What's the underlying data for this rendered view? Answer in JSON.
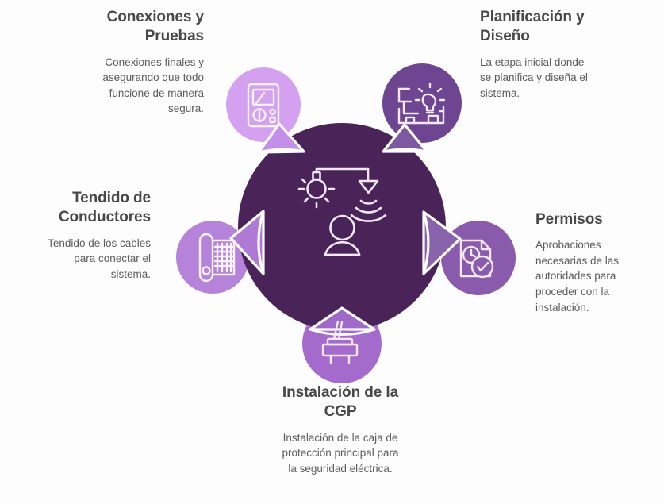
{
  "diagram": {
    "type": "radial-process-diagram",
    "title_implied": "Proceso de instalación eléctrica",
    "center": {
      "icon": "lighting-sensor-person-icon",
      "color": "#4a2458"
    },
    "colors": {
      "center_dark_purple": "#4a2458",
      "wedge_light": "#9a6cc0",
      "outline_white": "#ffffff",
      "title_text": "#48474a",
      "body_text": "#5c5b5e",
      "background": "#fdfdfd"
    },
    "nodes": [
      {
        "id": "conexiones",
        "title": "Conexiones y\nPruebas",
        "description": "Conexiones finales y\nasegurando que todo\nfuncione de manera\nsegura.",
        "icon": "multimeter-tester-icon",
        "circle_color": "#d3a1ef",
        "wedge_color": "#c48fe8",
        "align": "right",
        "position": "top-left"
      },
      {
        "id": "planificacion",
        "title": "Planificación y\nDiseño",
        "description": "La etapa inicial donde\nse planifica y diseña el\nsistema.",
        "icon": "blueprint-lightbulb-icon",
        "circle_color": "#6d4590",
        "wedge_color": "#7d59a0",
        "align": "left",
        "position": "top-right"
      },
      {
        "id": "tendido",
        "title": "Tendido de\nConductores",
        "description": "Tendido de los cables\npara conectar el\nsistema.",
        "icon": "cable-reel-icon",
        "circle_color": "#b583d9",
        "wedge_color": "#ae7ad4",
        "align": "right",
        "position": "middle-left"
      },
      {
        "id": "permisos",
        "title": "Permisos",
        "description": "Aprobaciones\nnecesarias de las\nautoridades para\nproceder con la\ninstalación.",
        "icon": "document-clock-check-icon",
        "circle_color": "#8a5aad",
        "wedge_color": "#8a63ad",
        "align": "left",
        "position": "middle-right"
      },
      {
        "id": "cgp",
        "title": "Instalación de la\nCGP",
        "description": "Instalación de la caja de\nprotección principal para\nla seguridad eléctrica.",
        "icon": "power-plug-box-icon",
        "circle_color": "#a46bcd",
        "wedge_color": "#9f69c9",
        "align": "center",
        "position": "bottom"
      }
    ]
  }
}
